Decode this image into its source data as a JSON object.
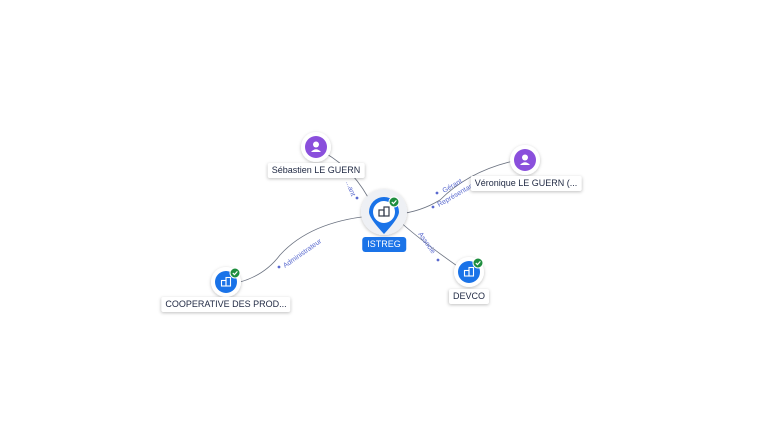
{
  "nodes": {
    "istreg": {
      "label": "ISTREG",
      "icon": "building-icon",
      "verified": true
    },
    "sebastien": {
      "label": "Sébastien LE GUERN",
      "icon": "person-icon"
    },
    "veronique": {
      "label": "Véronique LE GUERN (...",
      "icon": "person-icon"
    },
    "cooperative": {
      "label": "COOPERATIVE DES PROD...",
      "icon": "building-icon",
      "verified": true
    },
    "devco": {
      "label": "DEVCO",
      "icon": "building-icon",
      "verified": true
    }
  },
  "edges": {
    "sebastien_istreg": {
      "label": "...ant"
    },
    "veronique_istreg_1": {
      "label": "Gérant"
    },
    "veronique_istreg_2": {
      "label": "Représentant"
    },
    "istreg_cooperative": {
      "label": "Administrateur"
    },
    "istreg_devco": {
      "label": "Associé"
    }
  },
  "colors": {
    "company": "#1a73e8",
    "person": "#8a4fdc",
    "verified": "#1e8e3e",
    "edge": "#6b7280",
    "edge_label": "#5a6acf"
  }
}
